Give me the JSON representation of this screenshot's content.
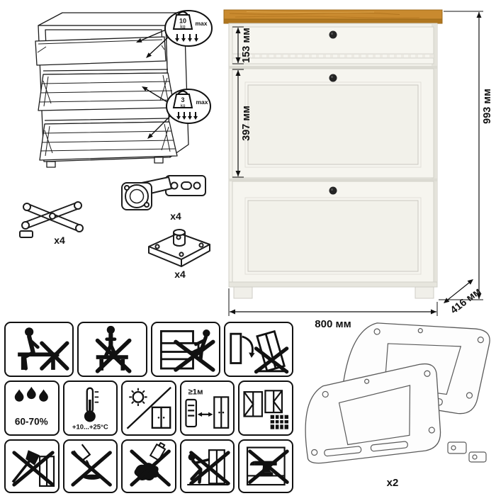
{
  "dimensions": {
    "drawer_height": "153 мм",
    "door_height": "397 мм",
    "total_height": "993 мм",
    "width": "800 мм",
    "depth": "416 мм"
  },
  "load_limits": {
    "drawer": {
      "value": "10",
      "unit": "kg",
      "label": "max"
    },
    "flip_door": {
      "value": "3",
      "unit": "kg",
      "label": "max"
    }
  },
  "hardware": {
    "lid_stay_qty": "x4",
    "hinge_qty": "x4",
    "leg_bracket_qty": "x4",
    "side_frame_qty": "x2"
  },
  "care": {
    "humidity": "60-70%",
    "temperature": "+10...+25°C",
    "heat_distance": "≥1м"
  },
  "pictograms": {
    "row1": [
      "no-sitting",
      "no-standing",
      "no-climbing-on-drawers",
      "tip-over-warning"
    ],
    "row2": [
      "humidity-range",
      "temperature-range",
      "avoid-direct-sunlight",
      "keep-1m-from-heaters",
      "ventilation"
    ],
    "row3": [
      "no-chopping-impacts",
      "no-spilling-liquids",
      "no-aggressive-chemicals",
      "no-dragging-when-loaded",
      "no-heavy-objects"
    ]
  },
  "colors": {
    "wood_top": "#c6872e",
    "cabinet_body": "#f4f3ee",
    "outline": "#111111"
  }
}
